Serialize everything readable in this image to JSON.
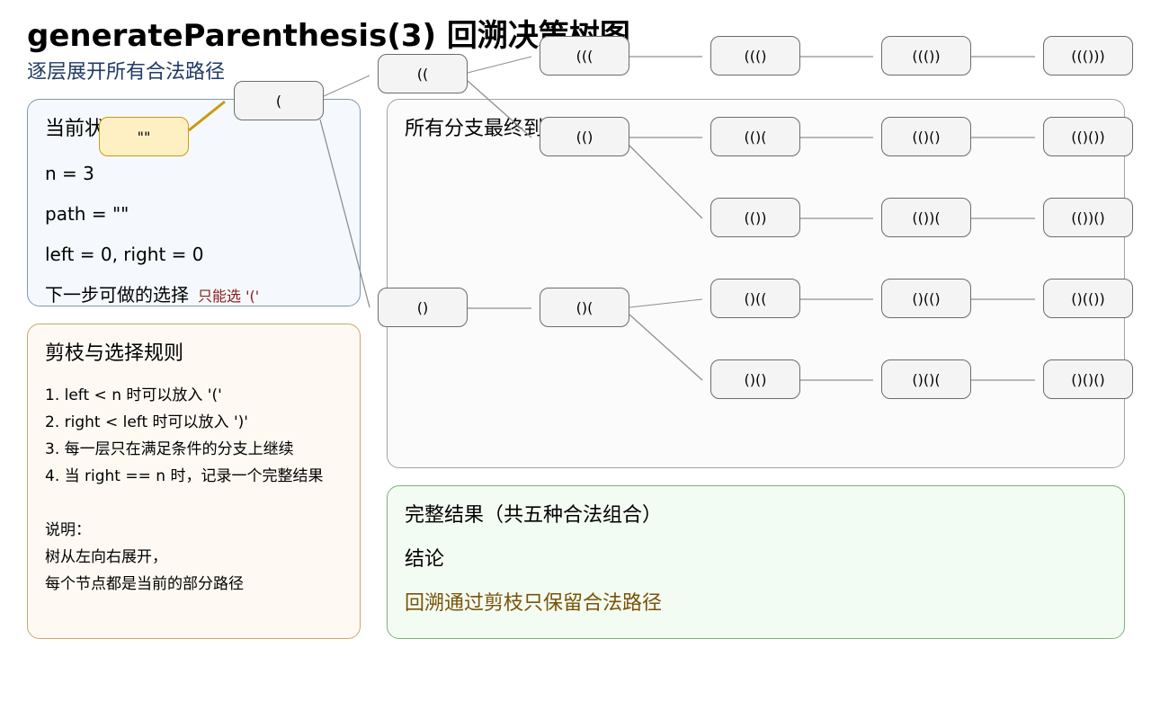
{
  "header": {
    "title": "generateParenthesis(3) 回溯决策树图",
    "subtitle": "逐层展开所有合法路径"
  },
  "state_panel": {
    "title": "当前状态",
    "n_line": "n = 3",
    "path_line": "path = \"\"",
    "counts_line": "left = 0, right = 0",
    "choice_label": "下一步可做的选择",
    "choice_note": "只能选 '('"
  },
  "rules_panel": {
    "title": "剪枝与选择规则",
    "rules": [
      "1. left < n 时可以放入 '('",
      "2. right < left 时可以放入 ')'",
      "3. 每一层只在满足条件的分支上继续",
      "4. 当 right == n 时，记录一个完整结果"
    ],
    "notes_title": "说明：",
    "notes": [
      "树从左向右展开，",
      "每个节点都是当前的部分路径"
    ]
  },
  "tree_panel": {
    "title": "所有分支最终到达终点"
  },
  "result_panel": {
    "title": "完整结果（共五种合法组合）",
    "line1": "结论",
    "line2": "回溯通过剪枝只保留合法路径"
  },
  "tree": {
    "nodes": {
      "root": "\"\"",
      "L1": "(",
      "L2a": "((",
      "L2b": "()",
      "A3": "(((",
      "A4": "((()",
      "A5": "((())",
      "A6": "((()))",
      "B3": "(()",
      "C4": "(()(",
      "C5": "(()()",
      "C6": "(()())",
      "D4": "(())",
      "D5": "(())(",
      "D6": "(())()",
      "E3": "()(",
      "F4": "()((",
      "F5": "()(()",
      "F6": "()(())",
      "G4": "()()",
      "G5": "()()(",
      "G6": "()()()"
    }
  },
  "colors": {
    "node_fill": "#f4f4f4",
    "root_fill": "#fff0c4",
    "root_border": "#cc9a10",
    "edge": "#8f8f8f",
    "edge_active": "#cc9a10",
    "title_blue": "#1f3b66",
    "note_red": "#8b1a1a"
  }
}
